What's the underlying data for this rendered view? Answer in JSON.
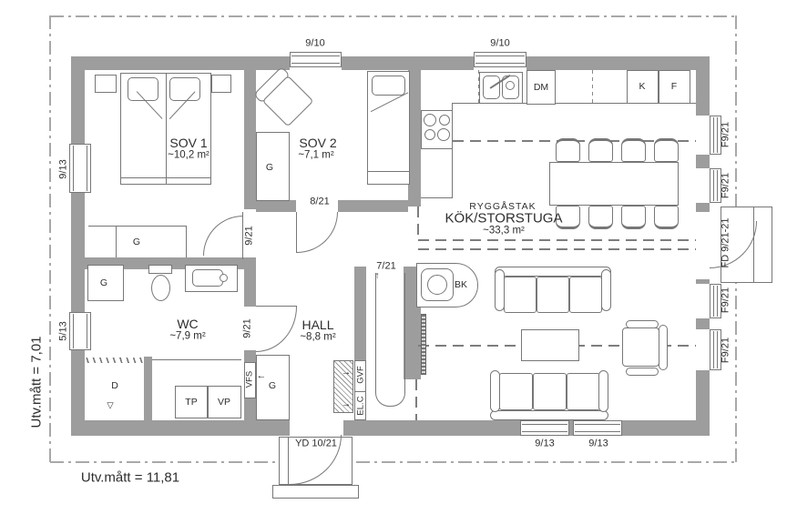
{
  "outer": {
    "width_label": "Utv.mått = 11,81",
    "height_label": "Utv.mått = 7,01"
  },
  "rooms": {
    "sov1": {
      "name": "SOV 1",
      "area": "~10,2 m²"
    },
    "sov2": {
      "name": "SOV 2",
      "area": "~7,1 m²"
    },
    "wc": {
      "name": "WC",
      "area": "~7,9 m²"
    },
    "hall": {
      "name": "HALL",
      "area": "~8,8 m²"
    },
    "storstuga": {
      "ceiling": "RYGGÅSTAK",
      "name": "KÖK/STORSTUGA",
      "area": "~33,3 m²"
    }
  },
  "openings": {
    "top_window_left": "9/10",
    "top_window_right": "9/10",
    "left_window_top": "9/13",
    "left_window_bottom": "5/13",
    "right_window_1": "F9/21",
    "right_window_2": "F9/21",
    "right_door": "FD 9/21-21",
    "right_window_3": "F9/21",
    "right_window_4": "F9/21",
    "bottom_window_1": "9/13",
    "bottom_window_2": "9/13",
    "entry_door": "YD 10/21",
    "sov1_door": "9/21",
    "wc_door": "9/21",
    "sov2_door": "8/21",
    "sliding_door": "7/21"
  },
  "fixtures": {
    "wardrobe_sov1": "G",
    "wardrobe_sov2": "G",
    "wardrobe_wc": "G",
    "wardrobe_hall": "G",
    "dishwasher": "DM",
    "fridge": "K",
    "freezer": "F",
    "fireplace": "BK",
    "shower": "D",
    "dryer": "TP",
    "heater": "VP",
    "water_cabinet": "VFS",
    "floor_heating": "GVF",
    "electrical": "EL.C"
  },
  "icons": {
    "arrow_up": "↑",
    "arrow_left": "←",
    "arrow_right": "→",
    "drain": "▽"
  },
  "colors": {
    "wall": "#9d9d9d",
    "line": "#777777",
    "text": "#2e2e2e"
  }
}
